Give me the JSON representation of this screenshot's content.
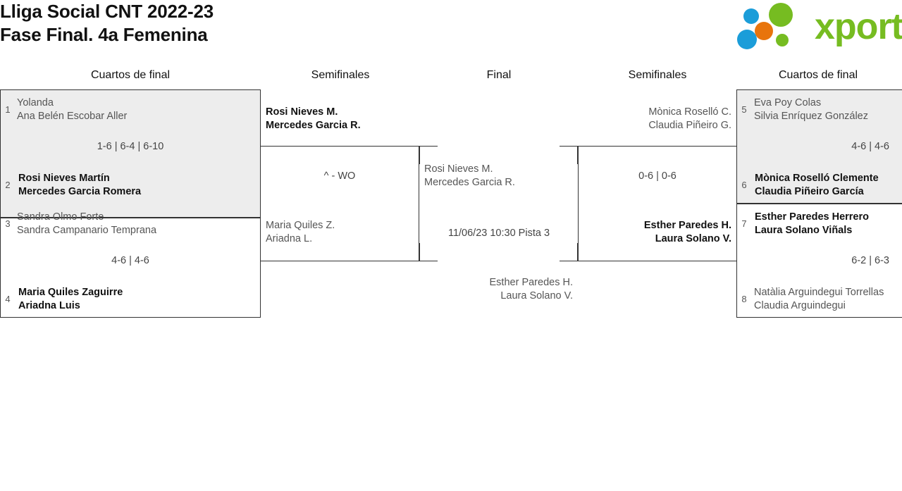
{
  "header": {
    "title_line1": "Lliga Social CNT 2022-23",
    "title_line2": "Fase Final. 4a Femenina",
    "title": "Lliga Social CNT 2022-23\nFase Final. 4a Femenina",
    "brand": {
      "name": "xporty",
      "green": "#76bc21",
      "blue": "#1b9dd9",
      "orange": "#e8740c"
    }
  },
  "rounds": [
    {
      "label": "Cuartos de final",
      "side": "left"
    },
    {
      "label": "Semifinales",
      "side": "left"
    },
    {
      "label": "Final",
      "side": "center"
    },
    {
      "label": "Semifinales",
      "side": "right"
    },
    {
      "label": "Cuartos de final",
      "side": "right"
    }
  ],
  "bracket": {
    "quarterfinals_left": [
      {
        "shaded": true,
        "top": {
          "seed": "1",
          "player1": "Yolanda",
          "player2": "Ana Belén Escobar Aller",
          "winner": false
        },
        "score": "1-6 | 6-4 | 6-10",
        "bottom": {
          "seed": "2",
          "player1": "Rosi Nieves Martín",
          "player2": "Mercedes Garcia Romera",
          "winner": true
        }
      },
      {
        "shaded": false,
        "top": {
          "seed": "3",
          "player1": "Sandra Olmo Forte",
          "player2": "Sandra Campanario Temprana",
          "winner": false
        },
        "score": "4-6 | 4-6",
        "bottom": {
          "seed": "4",
          "player1": "Maria Quiles Zaguirre",
          "player2": "Ariadna Luis",
          "winner": true
        }
      }
    ],
    "semifinal_left": {
      "top": {
        "player1": "Rosi Nieves M.",
        "player2": "Mercedes Garcia R.",
        "winner": true
      },
      "score": "^ - WO",
      "bottom": {
        "player1": "Maria Quiles Z.",
        "player2": "Ariadna L.",
        "winner": false
      }
    },
    "final": {
      "top": {
        "player1": "Rosi Nieves M.",
        "player2": "Mercedes Garcia R.",
        "winner": false
      },
      "score": "11/06/23 10:30 Pista 3",
      "bottom": {
        "player1": "Esther Paredes H.",
        "player2": "Laura Solano V.",
        "winner": false
      }
    },
    "semifinal_right": {
      "top": {
        "player1": "Mònica Roselló C.",
        "player2": "Claudia Piñeiro G.",
        "winner": false
      },
      "score": "0-6 | 0-6",
      "bottom": {
        "player1": "Esther Paredes H.",
        "player2": "Laura Solano V.",
        "winner": true
      }
    },
    "quarterfinals_right": [
      {
        "shaded": true,
        "top": {
          "seed": "5",
          "player1": "Eva Poy Colas",
          "player2": "Silvia Enríquez González",
          "winner": false
        },
        "score": "4-6 | 4-6",
        "bottom": {
          "seed": "6",
          "player1": "Mònica Roselló Clemente",
          "player2": "Claudia Piñeiro García",
          "winner": true
        }
      },
      {
        "shaded": false,
        "top": {
          "seed": "7",
          "player1": "Esther Paredes Herrero",
          "player2": "Laura Solano Viñals",
          "winner": true
        },
        "score": "6-2 | 6-3",
        "bottom": {
          "seed": "8",
          "player1": "Natàlia Arguindegui Torrellas",
          "player2": "Claudia Arguindegui",
          "winner": false
        }
      }
    ]
  }
}
